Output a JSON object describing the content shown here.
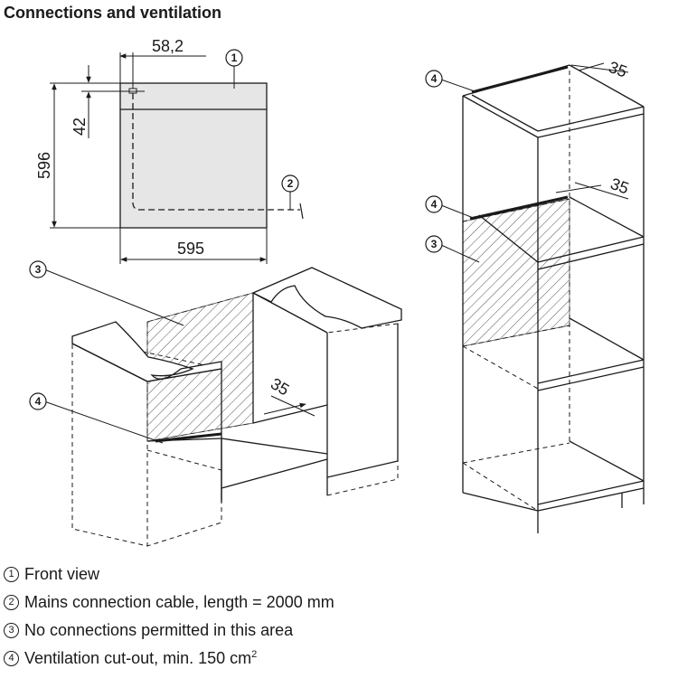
{
  "title": "Connections and ventilation",
  "dimensions": {
    "front_cable_offset": "58,2",
    "front_height_to_cable": "42",
    "front_height": "596",
    "front_width": "595",
    "vent_gap_undercounter": "35",
    "vent_gap_tall_top": "35",
    "vent_gap_tall_mid": "35"
  },
  "callouts": {
    "front_view": "1",
    "cable": "2",
    "no_connections_undercounter": "3",
    "vent_undercounter": "4",
    "vent_tall_top": "4",
    "vent_tall_mid": "4",
    "no_connections_tall": "3"
  },
  "legend": [
    {
      "num": "1",
      "text": "Front view"
    },
    {
      "num": "2",
      "text": "Mains connection cable, length = 2000 mm"
    },
    {
      "num": "3",
      "text": "No connections permitted in this area"
    },
    {
      "num": "4",
      "text": "Ventilation cut-out, min. 150 cm",
      "sup": "2"
    }
  ],
  "colors": {
    "line": "#1a1a1a",
    "appliance_fill": "#e6e6e6",
    "hatch": "#555555"
  }
}
